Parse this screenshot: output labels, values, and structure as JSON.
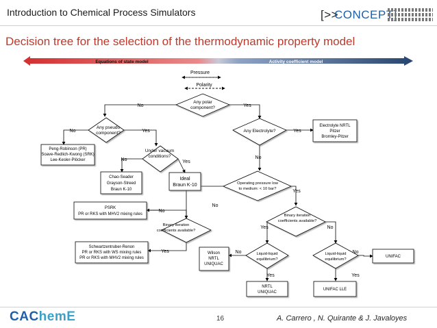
{
  "header": {
    "title": "Introduction to Chemical Process Simulators",
    "logo_bracket": "[>>",
    "logo_word": "CONCEPT]"
  },
  "slide_title": "Decision tree for the selection of the thermodynamic property model",
  "spectrum": {
    "left_label": "Equations of state model",
    "right_label": "Activity coefficient model",
    "colors": {
      "left": "#d32f2f",
      "right": "#27456f"
    }
  },
  "axis_labels": {
    "pressure": "Pressure",
    "polarity": "Polarity"
  },
  "nodes": {
    "any_polar": [
      "Any polar",
      "component?"
    ],
    "any_pseudo": [
      "Any pseudo",
      "component?"
    ],
    "under_vacuum": [
      "Under vacuum",
      "conditions?"
    ],
    "any_electrolyte": [
      "Any Electrolyte?"
    ],
    "operating_pressure": [
      "Operating pressure low",
      "to medium: < 10 bar?"
    ],
    "binary_available_right": [
      "Binary iteration",
      "coefficients available?"
    ],
    "binary_available_left": [
      "Binary iteration",
      "coefficients available?"
    ],
    "liquid_liquid_1": [
      "Liquid-liquid",
      "equilibrium?"
    ],
    "liquid_liquid_2": [
      "Liquid-liquid",
      "equilibrium?"
    ]
  },
  "boxes": {
    "peng_robinson": [
      "Peng-Robinson (PR)",
      "Soave-Redlich-Kwong (SRK)",
      "Lee-Kesler-Plöcker"
    ],
    "chao_seader": [
      "Chao-Seader",
      "Grayson-Streed",
      "Braun K-10"
    ],
    "ideal": [
      "Ideal",
      "Braun K-10"
    ],
    "electrolyte": [
      "Electrolyte NRTL",
      "Pitzer",
      "Bromley-Pitzer"
    ],
    "psrk": [
      "PSRK",
      "PR or RKS with MHV2 mixing rules"
    ],
    "schwartz": [
      "Schwartzentruber-Renon",
      "PR or RKS with WS mixing rules",
      "PR or RKS with MHV2 mixing rules"
    ],
    "wilson": [
      "Wilson",
      "NRTL",
      "UNIQUAC"
    ],
    "nrtl": [
      "NRTL",
      "UNIQUAC"
    ],
    "unifac_lle": [
      "UNIFAC LLE"
    ],
    "unifac": [
      "UNIFAC"
    ]
  },
  "edge_labels": {
    "no": "No",
    "yes": "Yes"
  },
  "footer": {
    "logo_a": "CAC",
    "logo_b": "hemE",
    "page": "16",
    "authors": "A. Carrero , N. Quirante & J. Javaloyes"
  }
}
